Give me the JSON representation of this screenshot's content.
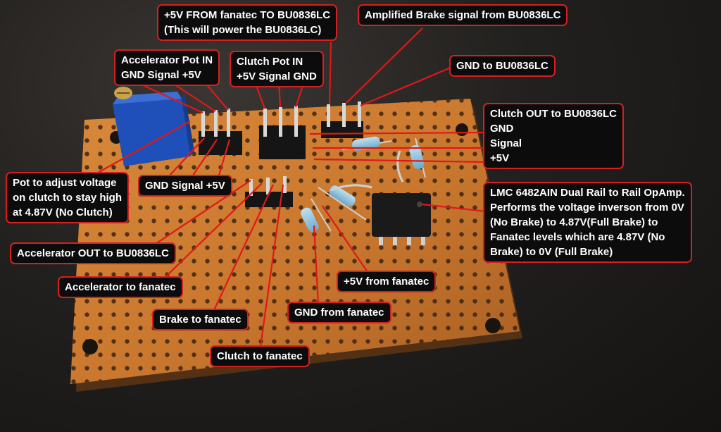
{
  "annotations": {
    "fanatec_5v_to_bu": {
      "line1": "+5V FROM fanatec TO BU0836LC",
      "line2": "(This will power the BU0836LC)"
    },
    "amplified_brake": "Amplified Brake signal from BU0836LC",
    "gnd_to_bu": "GND to BU0836LC",
    "accel_pot_in": {
      "line1": "Accelerator Pot IN",
      "line2": "GND Signal +5V"
    },
    "clutch_pot_in": {
      "line1": "Clutch Pot IN",
      "line2": "+5V Signal GND"
    },
    "clutch_out": {
      "line1": "Clutch OUT to BU0836LC",
      "line2": "GND",
      "line3": "Signal",
      "line4": "+5V"
    },
    "pot_adjust": {
      "line1": "Pot to adjust voltage",
      "line2": "on clutch to stay high",
      "line3": "at 4.87V (No Clutch)"
    },
    "gnd_signal_5v": "GND Signal +5V",
    "opamp": {
      "line1": "LMC 6482AIN Dual Rail to Rail OpAmp.",
      "line2": "Performs the voltage inverson from 0V",
      "line3": "(No Brake) to 4.87V(Full Brake) to",
      "line4": "Fanatec levels which are 4.87V (No",
      "line5": "Brake) to 0V (Full Brake)"
    },
    "accel_out": "Accelerator OUT to BU0836LC",
    "accel_to_fanatec": "Accelerator to fanatec",
    "fanatec_5v": "+5V from fanatec",
    "gnd_from_fanatec": "GND from fanatec",
    "brake_to_fanatec": "Brake to fanatec",
    "clutch_to_fanatec": "Clutch to fanatec"
  },
  "colors": {
    "label_border": "#d42020",
    "label_bg": "#0c0c0c",
    "board": "#c9772e",
    "pointer_line": "#e01818"
  }
}
